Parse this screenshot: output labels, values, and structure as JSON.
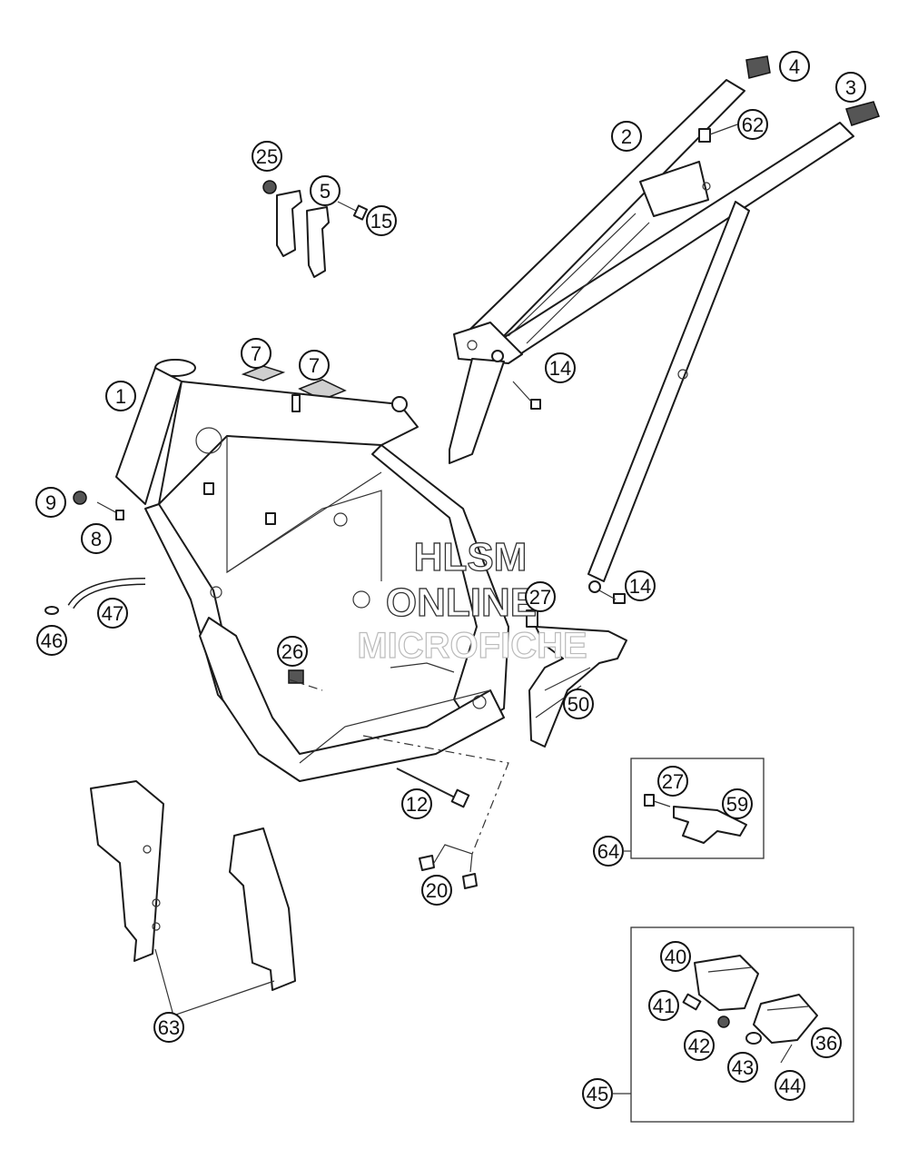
{
  "watermark": {
    "line1": "HLSM",
    "line2": "ONLINE",
    "line3": "MICROFICHE"
  },
  "callouts": [
    {
      "id": "c1",
      "label": "1"
    },
    {
      "id": "c2",
      "label": "2"
    },
    {
      "id": "c3",
      "label": "3"
    },
    {
      "id": "c4",
      "label": "4"
    },
    {
      "id": "c5",
      "label": "5"
    },
    {
      "id": "c7a",
      "label": "7"
    },
    {
      "id": "c7b",
      "label": "7"
    },
    {
      "id": "c8",
      "label": "8"
    },
    {
      "id": "c9",
      "label": "9"
    },
    {
      "id": "c12",
      "label": "12"
    },
    {
      "id": "c14a",
      "label": "14"
    },
    {
      "id": "c14b",
      "label": "14"
    },
    {
      "id": "c15",
      "label": "15"
    },
    {
      "id": "c20",
      "label": "20"
    },
    {
      "id": "c25",
      "label": "25"
    },
    {
      "id": "c26",
      "label": "26"
    },
    {
      "id": "c27a",
      "label": "27"
    },
    {
      "id": "c27b",
      "label": "27"
    },
    {
      "id": "c36",
      "label": "36"
    },
    {
      "id": "c40",
      "label": "40"
    },
    {
      "id": "c41",
      "label": "41"
    },
    {
      "id": "c42",
      "label": "42"
    },
    {
      "id": "c43",
      "label": "43"
    },
    {
      "id": "c44",
      "label": "44"
    },
    {
      "id": "c45",
      "label": "45"
    },
    {
      "id": "c46",
      "label": "46"
    },
    {
      "id": "c47",
      "label": "47"
    },
    {
      "id": "c50",
      "label": "50"
    },
    {
      "id": "c59",
      "label": "59"
    },
    {
      "id": "c62",
      "label": "62"
    },
    {
      "id": "c63",
      "label": "63"
    },
    {
      "id": "c64",
      "label": "64"
    }
  ]
}
